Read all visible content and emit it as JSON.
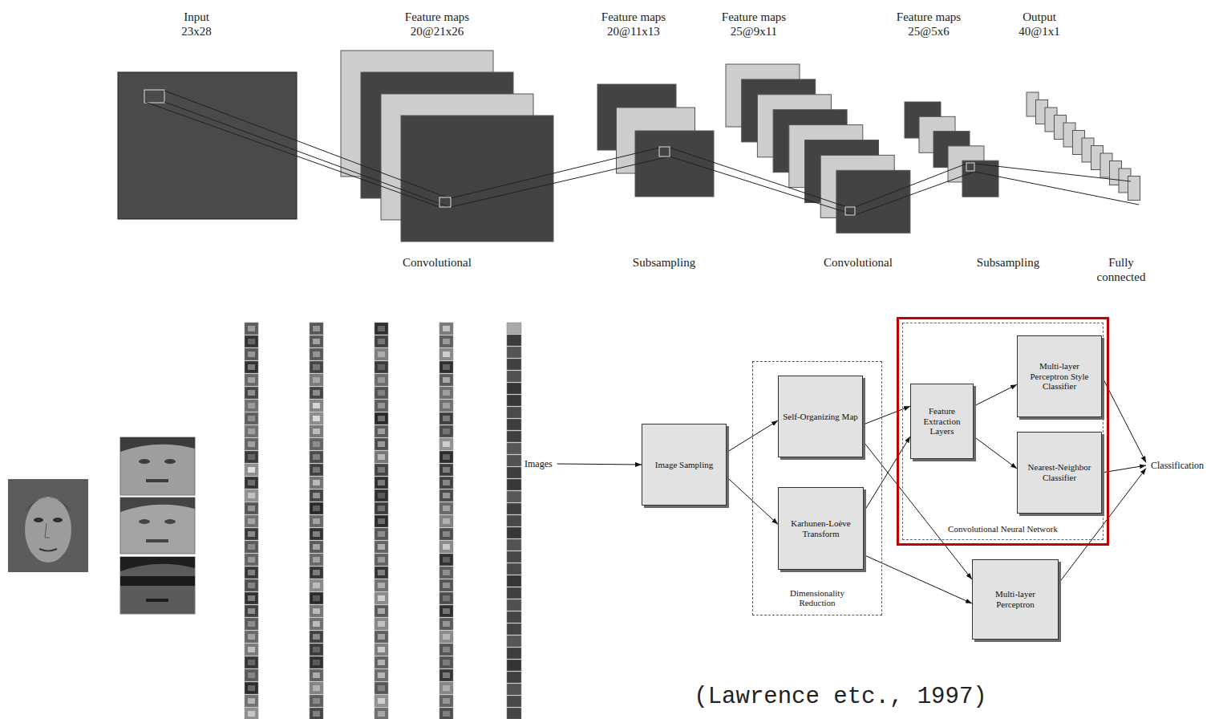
{
  "diagram": {
    "nodes": [
      {
        "text": [
          "Images"
        ]
      },
      {
        "text": [
          "Image Sampling"
        ]
      },
      {
        "text": [
          "Dimensionality Reduction"
        ]
      },
      {
        "text": [
          "Self-Organizing Map"
        ],
        "in": 2
      },
      {
        "text": [
          "Karhunen-Loève Transform"
        ],
        "in": 2
      },
      {
        "text": [
          "Convolutional Neural Network"
        ]
      },
      {
        "text": [
          "Feature Extraction Layers"
        ],
        "in": 5
      },
      {
        "text": [
          "Multi-layer Perceptron Style Classifier"
        ],
        "in": 5
      },
      {
        "text": [
          "Nearest-Neighbor Classifier"
        ],
        "in": 5
      },
      {
        "text": [
          "Multi-layer Perceptron"
        ]
      },
      {
        "text": [
          "Classification"
        ]
      }
    ],
    "edges": [
      {
        "from": 0,
        "to": 1,
        "arrow": "to"
      },
      {
        "from": 1,
        "to": 3,
        "arrow": "to"
      },
      {
        "from": 1,
        "to": 4,
        "arrow": "to"
      },
      {
        "from": 3,
        "to": 6,
        "arrow": "to"
      },
      {
        "from": 4,
        "to": 6,
        "arrow": "to"
      },
      {
        "from": 3,
        "to": 9,
        "arrow": "to"
      },
      {
        "from": 4,
        "to": 9,
        "arrow": "to"
      },
      {
        "from": 6,
        "to": 7,
        "arrow": "to"
      },
      {
        "from": 6,
        "to": 8,
        "arrow": "to"
      },
      {
        "from": 7,
        "to": 10,
        "arrow": "to"
      },
      {
        "from": 8,
        "to": 10,
        "arrow": "to"
      },
      {
        "from": 9,
        "to": 10,
        "arrow": "to"
      }
    ],
    "labels": [
      "Input 23x28",
      "Feature maps 20@21x26",
      "Feature maps 20@11x13",
      "Feature maps 25@9x11",
      "Feature maps 25@5x6",
      "Output 40@1x1",
      "Convolutional",
      "Subsampling",
      "Convolutional",
      "Subsampling",
      "Fully connected",
      "(Lawrence etc., 1997)"
    ]
  }
}
